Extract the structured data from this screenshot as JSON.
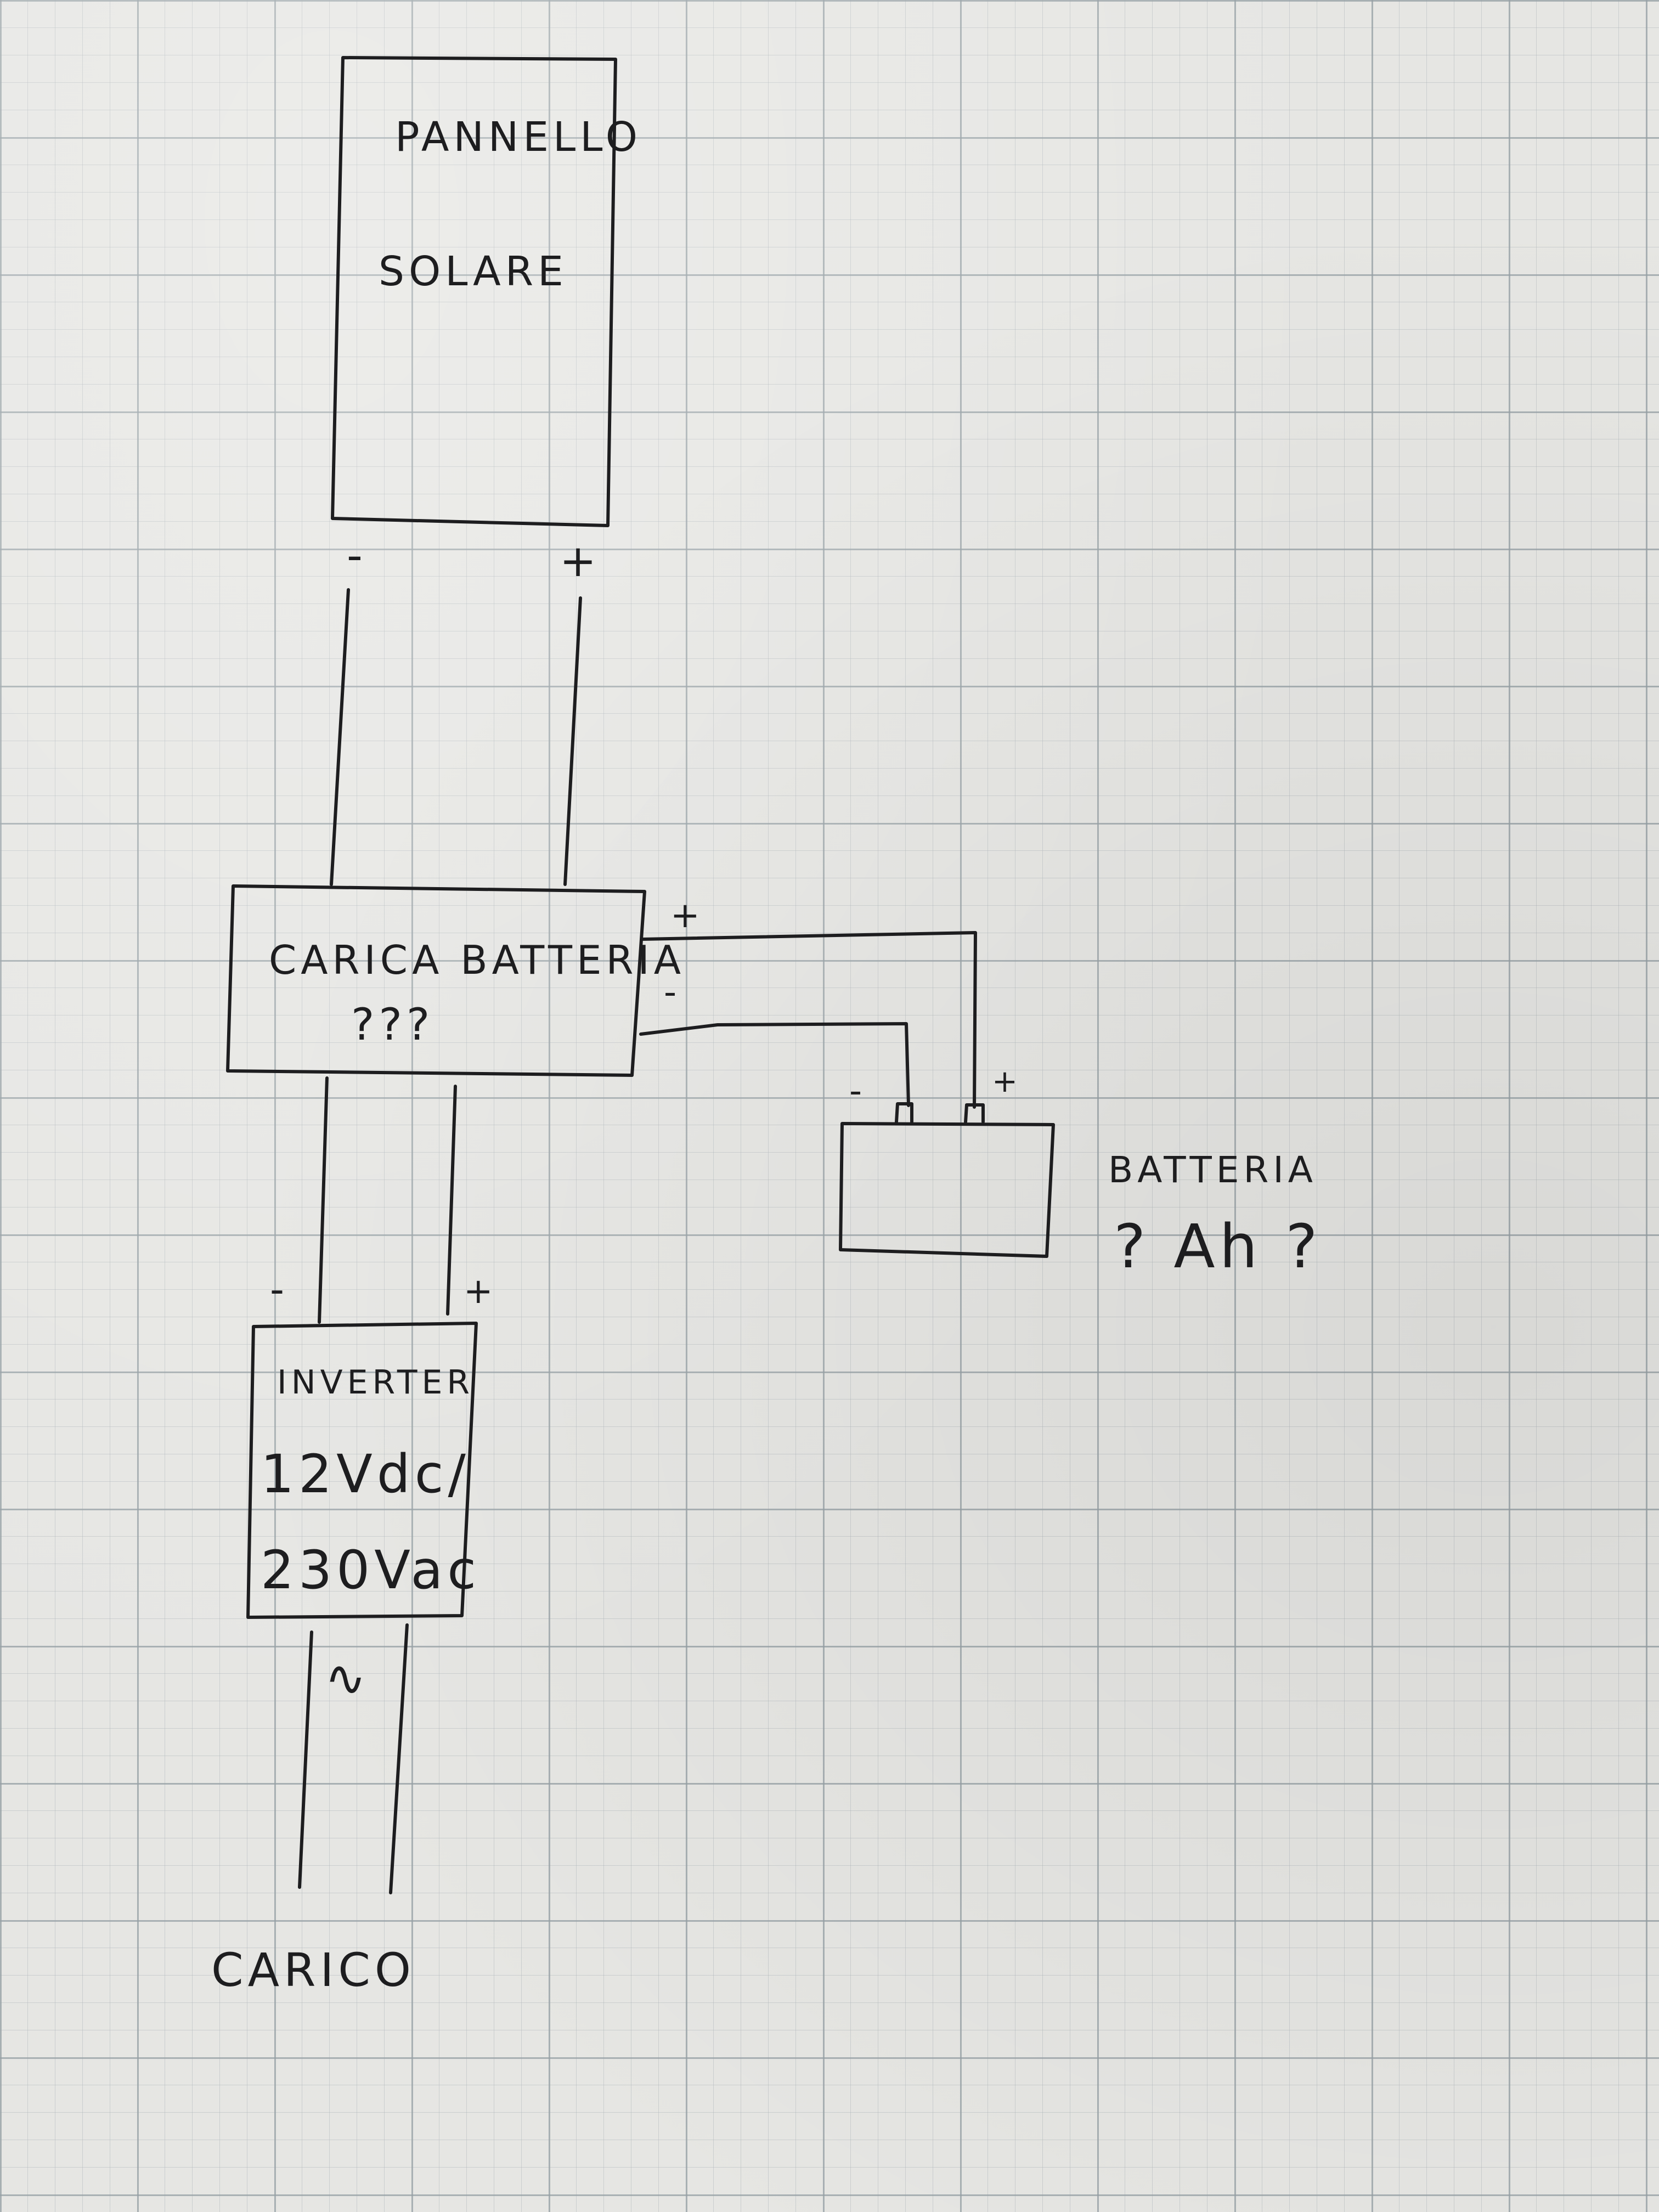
{
  "labels": {
    "panel_line1": "PANNELLO",
    "panel_line2": "SOLARE",
    "panel_minus": "-",
    "panel_plus": "+",
    "charger_line1": "CARICA BATTERIA",
    "charger_line2": "???",
    "charger_out_plus": "+",
    "charger_out_minus": "-",
    "charger_bottom_minus": "-",
    "charger_bottom_plus": "+",
    "battery_title": "BATTERIA",
    "battery_capacity": "? Ah ?",
    "battery_minus": "-",
    "battery_plus": "+",
    "inverter_line1": "INVERTER",
    "inverter_line2": "12Vdc/",
    "inverter_line3": "230Vac",
    "ac_symbol": "∿",
    "load": "CARICO"
  },
  "colors": {
    "ink": "#1d1d1f",
    "paper": "#e6e6e3",
    "grid": "#96a0a5"
  }
}
